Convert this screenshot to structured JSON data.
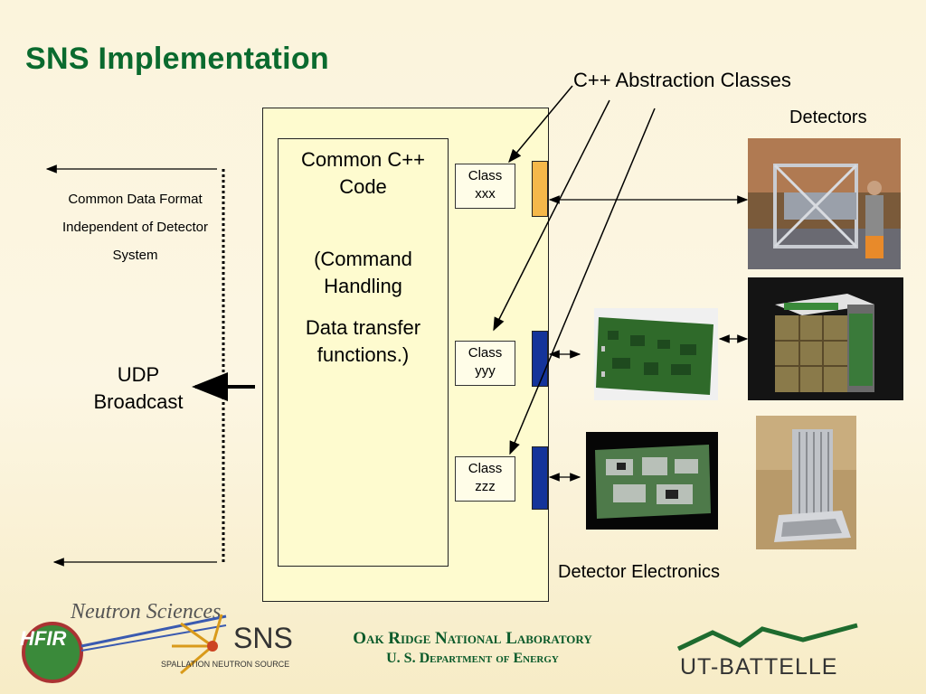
{
  "title": "SNS Implementation",
  "labels": {
    "abstraction": "C++ Abstraction Classes",
    "detectors": "Detectors",
    "detector_electronics": "Detector Electronics",
    "udp": [
      "UDP",
      "Broadcast"
    ],
    "common_format": [
      "Common Data Format",
      "Independent of Detector",
      "System"
    ]
  },
  "code_box": {
    "line1": "Common C++",
    "line2": "Code",
    "line3": "(Command",
    "line4": "Handling",
    "line5": "Data transfer",
    "line6": "functions.)"
  },
  "classes": [
    {
      "line1": "Class",
      "line2": "xxx"
    },
    {
      "line1": "Class",
      "line2": "yyy"
    },
    {
      "line1": "Class",
      "line2": "zzz"
    }
  ],
  "colors": {
    "title": "#0a6a2e",
    "port_xxx": "#f5b84a",
    "port_yyy": "#14349a",
    "port_zzz": "#14349a"
  },
  "footer": {
    "logo_left_text": "Neutron Sciences",
    "hfir": "HFIR",
    "sns": "SNS",
    "sns_sub": "SPALLATION NEUTRON SOURCE",
    "org_line1": "Oak Ridge National Laboratory",
    "org_line2": "U. S. Department of Energy",
    "ut_battelle": "UT-BATTELLE"
  }
}
